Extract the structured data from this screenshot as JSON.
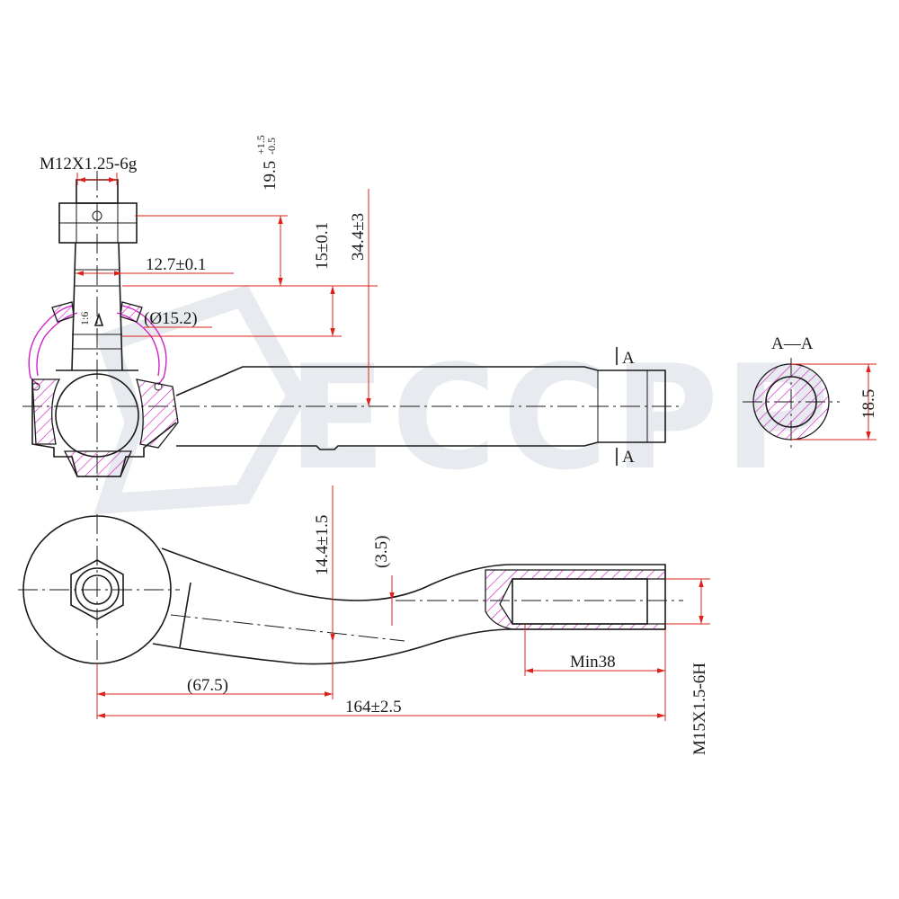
{
  "watermark": {
    "brand": "ECCPP"
  },
  "section": {
    "view_label": "A—A",
    "marker_top": "A",
    "marker_bottom": "A"
  },
  "dimensions": {
    "thread_stud": "M12X1.25-6g",
    "tol_plus": "+1.5",
    "tol_minus": "-0.5",
    "height_19_5": "19.5",
    "width_12_7": "12.7±0.1",
    "height_15": "15±0.1",
    "height_34_4": "34.4±3",
    "taper": "1:6",
    "dia_15_2": "(Ø15.2)",
    "dia_18_5": "18.5",
    "offset_14_4": "14.4±1.5",
    "offset_3_5": "(3.5)",
    "min_38": "Min38",
    "len_67_5": "(67.5)",
    "len_164": "164±2.5",
    "thread_bore": "M15X1.5-6H"
  },
  "colors": {
    "outline": "#1a1a1a",
    "dimension": "#e0201b",
    "hatch": "#d020c8",
    "watermark": "#e7ebef"
  }
}
